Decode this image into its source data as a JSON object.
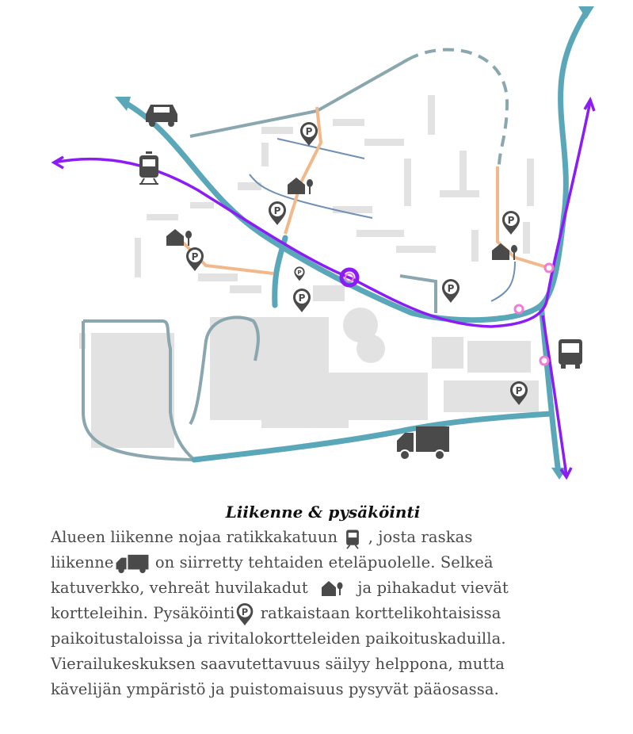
{
  "caption": {
    "title": "Liikenne & pysäköinti",
    "lines": [
      [
        "Alueen liikenne nojaa ratikkakatuun",
        ", josta raskas"
      ],
      [
        "liikenne",
        "on siirretty tehtaiden eteläpuolelle.  Selkeä"
      ],
      [
        "katuverkko, vehreät huvilakadut",
        "ja pihakadut vievät"
      ],
      [
        "kortteleihin. Pysäköinti",
        "ratkaistaan korttelikohtaisissa"
      ],
      [
        "paikoitustaloissa ja rivitalokortteleiden paikoituskaduilla."
      ],
      [
        "Vierailukeskuksen saavutettavuus säilyy helppona, mutta"
      ],
      [
        "kävelijän ympäristö ja puistomaisuus pysyvät pääosassa."
      ]
    ]
  },
  "colors": {
    "main_road": "#5aa7ba",
    "tram": "#8b1cf5",
    "street": "#8aa7b0",
    "courtyard_street": "#f2b88a",
    "local_street": "#6f8fb5",
    "building": "#e2e2e2",
    "icon": "#4a4a4a",
    "stop": "#f07cd8"
  },
  "icons": {
    "car": "car-icon",
    "tram": "tram-icon",
    "bus": "bus-icon",
    "truck": "truck-icon",
    "parking": "parking-pin-icon",
    "villa_street": "house-tree-icon"
  }
}
